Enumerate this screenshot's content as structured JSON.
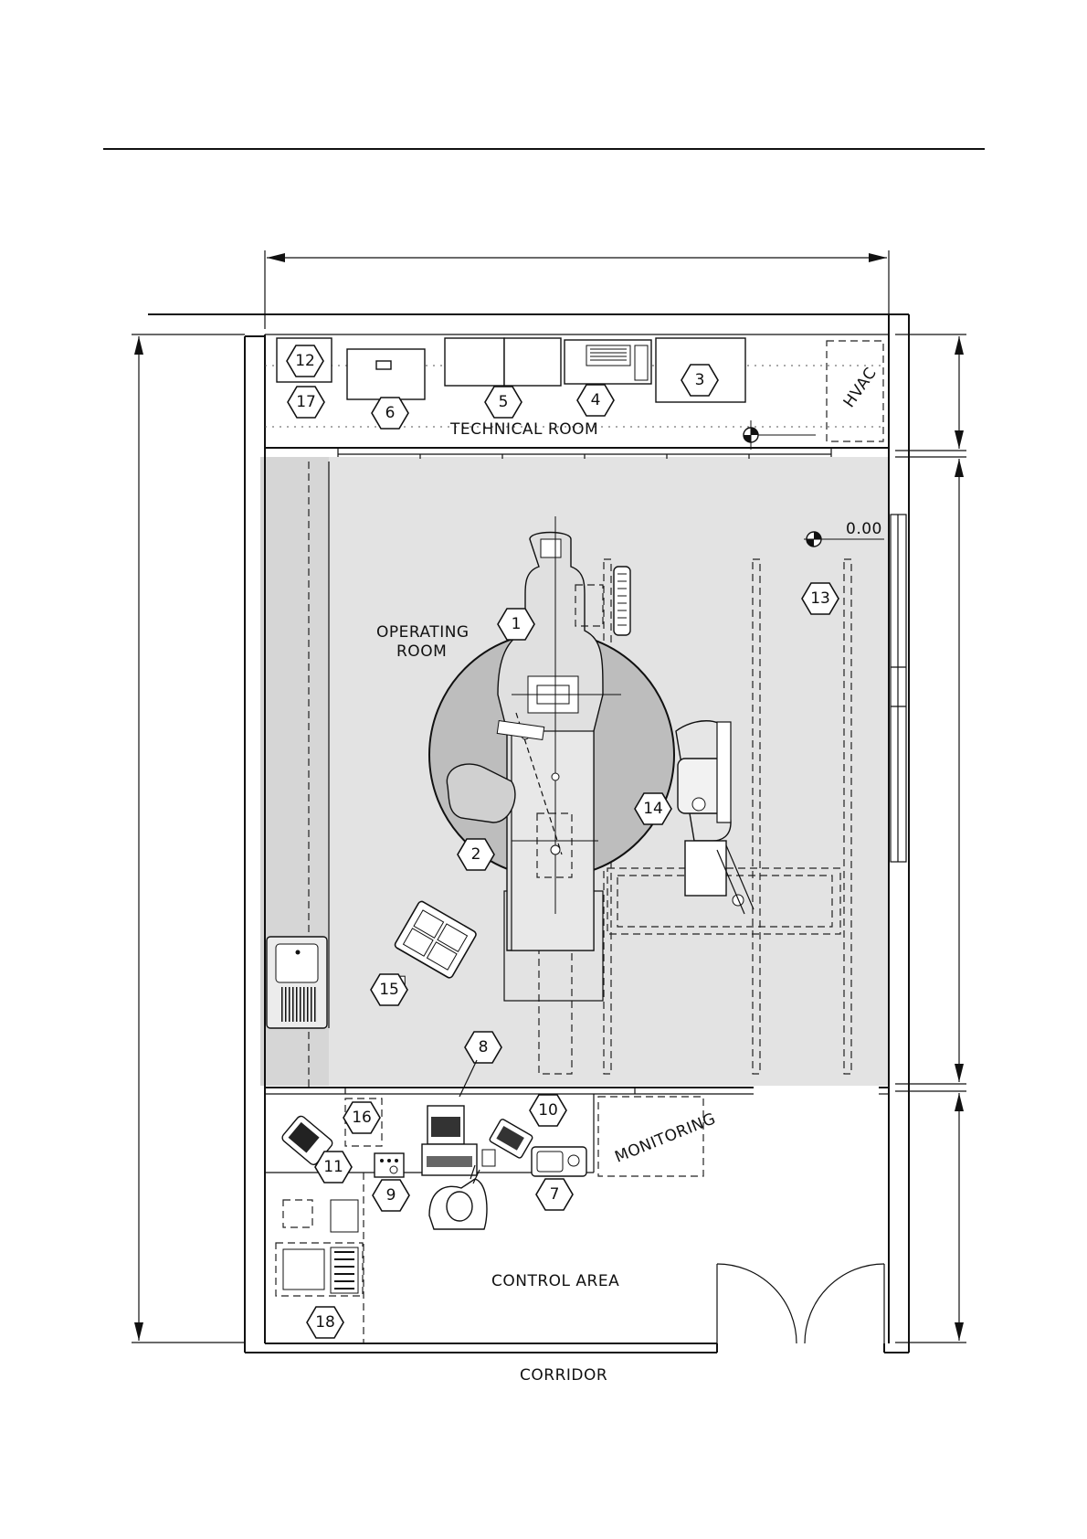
{
  "rooms": {
    "technical_room": "TECHNICAL ROOM",
    "operating_room_line1": "OPERATING",
    "operating_room_line2": "ROOM",
    "monitoring": "MONITORING",
    "control_area": "CONTROL AREA",
    "corridor": "CORRIDOR",
    "hvac": "HVAC"
  },
  "level_mark": "0.00",
  "markers": {
    "m1": "1",
    "m2": "2",
    "m3": "3",
    "m4": "4",
    "m5": "5",
    "m6": "6",
    "m7": "7",
    "m8": "8",
    "m9": "9",
    "m10": "10",
    "m11": "11",
    "m12": "12",
    "m13": "13",
    "m14": "14",
    "m15": "15",
    "m16": "16",
    "m17": "17",
    "m18": "18"
  },
  "colors": {
    "operating_area_fill": "#e3e3e3",
    "robot_circle_fill": "#bdbdbd",
    "line": "#111111"
  }
}
